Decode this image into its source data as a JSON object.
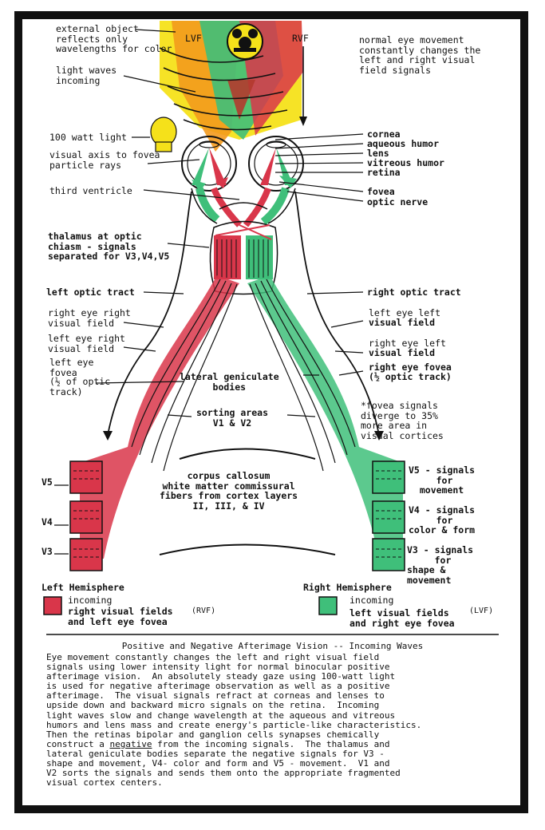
{
  "colors": {
    "red": "#d9364a",
    "green": "#3fbf7a",
    "yellow": "#f5e11a",
    "orange": "#f39a1d",
    "ink": "#111111"
  },
  "top": {
    "lvf": "LVF",
    "rvf": "RVF",
    "external_object": "external object\nreflects only\nwavelengths for color",
    "light_waves": "light waves\nincoming",
    "light_watt": "100 watt light",
    "eye_movement_note": "normal eye movement\nconstantly changes the\nleft and right visual\nfield signals",
    "visual_axis": "visual axis to fovea\nparticle rays",
    "third_ventricle": "third ventricle"
  },
  "eye_labels": {
    "cornea": "cornea",
    "aqueous": "aqueous humor",
    "lens": "lens",
    "vitreous": "vitreous humor",
    "retina": "retina",
    "fovea": "fovea",
    "optic_nerve": "optic nerve"
  },
  "pathway_labels": {
    "thalamus": "thalamus at optic\nchiasm - signals\nseparated for V3,V4,V5",
    "left_optic_tract": "left optic tract",
    "right_optic_tract": "right optic tract",
    "rerf": "right eye right\nvisual field",
    "lerf": "left eye right\nvisual field",
    "left_eye_fovea_a": "left eye\nfovea",
    "left_eye_fovea_b": "(½ of optic\ntrack)",
    "lelf_a": "left eye left",
    "lelf_b": "visual field",
    "relf_a": "right eye left",
    "relf_b": "visual field",
    "right_eye_fovea_a": "right eye fovea",
    "right_eye_fovea_b": "(½ optic track)",
    "lgb": "lateral geniculate\nbodies",
    "sorting": "sorting areas\nV1 & V2",
    "fovea_note": "*fovea signals\ndiverge to 35%\nmore area in\nvisual cortices",
    "corpus": "corpus callosum\nwhite matter commissural\nfibers from cortex layers\nII, III, & IV"
  },
  "cortex_labels": {
    "v5_left": "V5",
    "v4_left": "V4",
    "v3_left": "V3",
    "v5_right": "V5 - signals\n     for\n  movement",
    "v4_right": "V4 - signals\n     for\ncolor & form",
    "v3_right": "V3 - signals\n     for\nshape &\nmovement"
  },
  "legend": {
    "left_title": "Left Hemisphere",
    "left_incoming": "incoming",
    "left_desc": "right visual fields\nand left eye fovea",
    "left_tag": "(RVF)",
    "right_title": "Right Hemisphere",
    "right_incoming": "incoming",
    "right_desc": "left visual fields\nand right eye fovea",
    "right_tag": "(LVF)"
  },
  "caption": {
    "title": "Positive and Negative Afterimage Vision -- Incoming Waves",
    "body_1": "Eye movement constantly changes the left and right visual field\nsignals using lower intensity light for normal binocular positive\nafterimage vision.  An absolutely steady gaze using 100-watt light\nis used for negative afterimage observation as well as a positive\nafterimage.  The visual signals refract at corneas and lenses to\nupside down and backward micro signals on the retina.  Incoming\nlight waves slow and change wavelength at the aqueous and vitreous\nhumors and lens mass and create energy's particle-like characteristics.\nThen the retinas bipolar and ganglion cells synapses chemically\nconstruct a ",
    "body_neg": "negative",
    "body_2": " from the incoming signals.  The thalamus and\nlateral geniculate bodies separate the negative signals for V3 -\nshape and movement, V4- color and form and V5 - movement.  V1 and\nV2 sorts the signals and sends them onto the appropriate fragmented\nvisual cortex centers."
  }
}
